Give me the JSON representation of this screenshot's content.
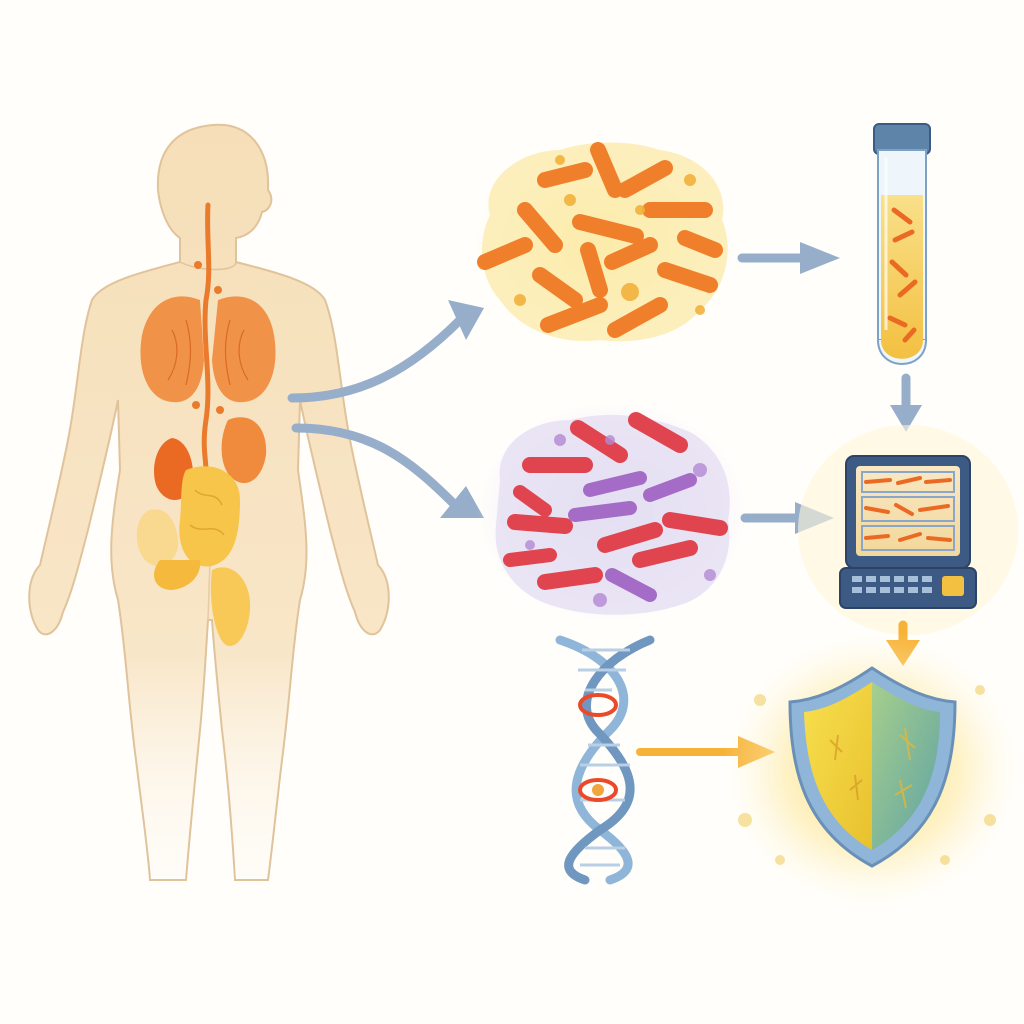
{
  "diagram": {
    "kind": "illustrated flow diagram",
    "colors": {
      "background": "#fffefb",
      "body_skin": "#f6dfb8",
      "body_outline": "#e0c39b",
      "organ_orange": "#f08a3c",
      "organ_yellow": "#f7c54a",
      "bacteria_orange": "#f07f2c",
      "bacteria_red": "#e0444e",
      "bacteria_purple": "#a46cc6",
      "arrow_blue": "#97aecb",
      "arrow_orange": "#f7b338",
      "dna_blue": "#8fb6d8",
      "shield_yellow": "#f5d547",
      "shield_teal": "#6fb2aa",
      "device_blue": "#3c5a84"
    },
    "nodes": [
      {
        "id": "human-body",
        "icon": "human-body-icon"
      },
      {
        "id": "orange-bacteria-colony",
        "icon": "bacteria-cluster-icon"
      },
      {
        "id": "mixed-bacteria-colony",
        "icon": "bacteria-cluster-icon"
      },
      {
        "id": "test-tube",
        "icon": "test-tube-icon"
      },
      {
        "id": "analyzer",
        "icon": "computer-icon"
      },
      {
        "id": "dna-helix",
        "icon": "dna-icon"
      },
      {
        "id": "immune-shield",
        "icon": "shield-icon"
      }
    ],
    "edges": [
      {
        "from": "human-body",
        "to": "orange-bacteria-colony"
      },
      {
        "from": "human-body",
        "to": "mixed-bacteria-colony"
      },
      {
        "from": "orange-bacteria-colony",
        "to": "test-tube"
      },
      {
        "from": "test-tube",
        "to": "analyzer"
      },
      {
        "from": "mixed-bacteria-colony",
        "to": "analyzer"
      },
      {
        "from": "analyzer",
        "to": "immune-shield"
      },
      {
        "from": "dna-helix",
        "to": "immune-shield"
      }
    ]
  }
}
